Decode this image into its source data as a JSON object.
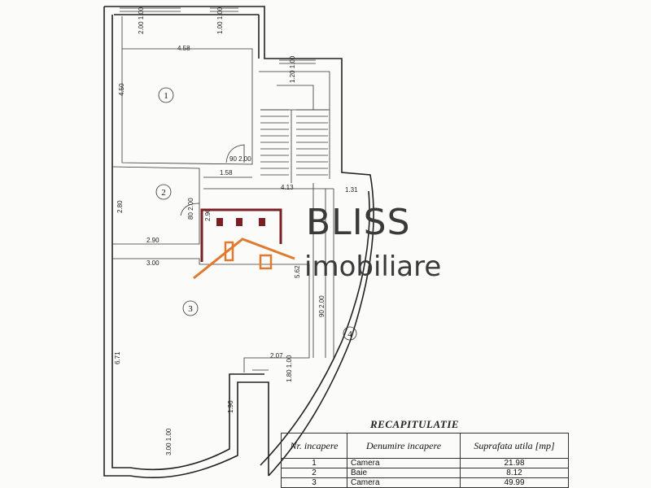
{
  "plan": {
    "dimensions": [
      "4.58",
      "4.50",
      "1.58",
      "4.13",
      "1.31",
      "2.80",
      "2.90",
      "3.00",
      "5.62",
      "6.71",
      "2.07",
      "1.96"
    ],
    "openings": [
      "2.00 1.00",
      "1.00 1.00",
      "1.20 1.00",
      "90 2.00",
      "80 2.00",
      "2.90",
      "90 2.00",
      "1.80 1.00",
      "3.00 1.00"
    ],
    "rooms": [
      "1",
      "2",
      "3",
      "4"
    ]
  },
  "watermark": {
    "brand": "BLISS",
    "sub": "imobiliare",
    "color_dark": "#7a1f26",
    "color_accent": "#e07a2e"
  },
  "recap": {
    "title": "RECAPITULATIE",
    "headers": [
      "Nr. incapere",
      "Denumire incapere",
      "Suprafata utila [mp]"
    ],
    "rows": [
      {
        "nr": "1",
        "name": "Camera",
        "area": "21.98"
      },
      {
        "nr": "2",
        "name": "Baie",
        "area": "8.12"
      },
      {
        "nr": "3",
        "name": "Camera",
        "area": "49.99"
      }
    ]
  }
}
